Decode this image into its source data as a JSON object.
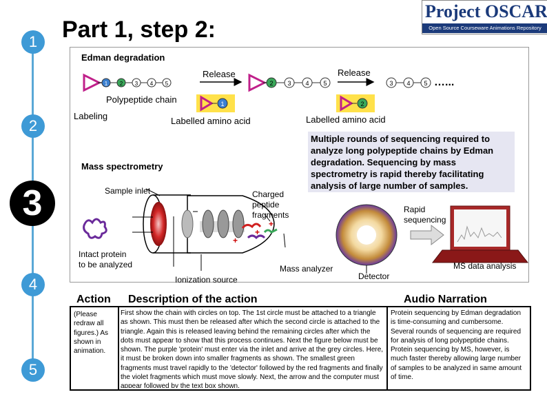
{
  "header": {
    "title": "Part 1, step 2:",
    "logo_main": "Project OSCAR",
    "logo_sub": "Open Source Courseware Animations Repository"
  },
  "steps": [
    "1",
    "2",
    "3",
    "4",
    "5"
  ],
  "diagram": {
    "edman_title": "Edman degradation",
    "release_1": "Release",
    "release_2": "Release",
    "ellipsis": "…...",
    "polypeptide_chain": "Polypeptide chain",
    "labeling": "Labeling",
    "labelled_amino_acid_1": "Labelled amino acid",
    "labelled_amino_acid_2": "Labelled amino acid",
    "mass_spectrometry": "Mass spectrometry",
    "sample_inlet": "Sample inlet",
    "charged_peptide_fragments": "Charged\npeptide\nfragments",
    "rapid_sequencing": "Rapid\nsequencing",
    "intact_protein": "Intact protein\nto be analyzed",
    "ionization_source": "Ionization source",
    "mass_analyzer": "Mass analyzer",
    "detector": "Detector",
    "ms_data_analysis": "MS data analysis",
    "callout": "Multiple rounds of sequencing required to analyze long polypeptide chains by Edman degradation. Sequencing by mass spectrometry is rapid thereby facilitating analysis of large number of samples.",
    "chain_numbers_a": [
      "1",
      "2",
      "3",
      "4",
      "5"
    ],
    "chain_numbers_b": [
      "2",
      "3",
      "4",
      "5"
    ],
    "chain_numbers_c": [
      "3",
      "4",
      "5"
    ],
    "label_box_1": "1",
    "label_box_2": "2"
  },
  "table": {
    "col_action": "Action",
    "col_description": "Description of the action",
    "col_audio": "Audio Narration",
    "action_text": "(Please redraw all figures.) As shown in animation.",
    "description_text": "First show the chain with circles on top. The 1st circle must be attached to a triangle as shown. This must then be released after which the second circle is attached to the triangle. Again this is released leaving behind the remaining circles after which the dots must appear to show that this process continues. Next the figure below must be shown. The purple 'protein' must enter via the inlet and arrive at the grey circles. Here, it must be broken down into smaller fragments as shown. The smallest green fragments must travel rapidly to the 'detector' followed by the red fragments and finally the violet fragments which must move slowly. Next, the arrow and the computer must appear followed by the text box shown.",
    "audio_text": "Protein sequencing by Edman degradation is time-consuming and cumbersome. Several rounds of sequencing are required for analysis of long polypeptide chains. Protein sequencing by MS, however, is much faster thereby allowing large number of samples to be analyzed in same amount of time."
  },
  "colors": {
    "step_blue": "#3e9ad6",
    "triangle_magenta": "#c0208a",
    "circle_blue": "#3a7fd0",
    "circle_green": "#3aa85a",
    "label_box_yellow": "#ffe14a",
    "logo_navy": "#1b3a7a",
    "callout_bg": "#e6e6f2"
  }
}
